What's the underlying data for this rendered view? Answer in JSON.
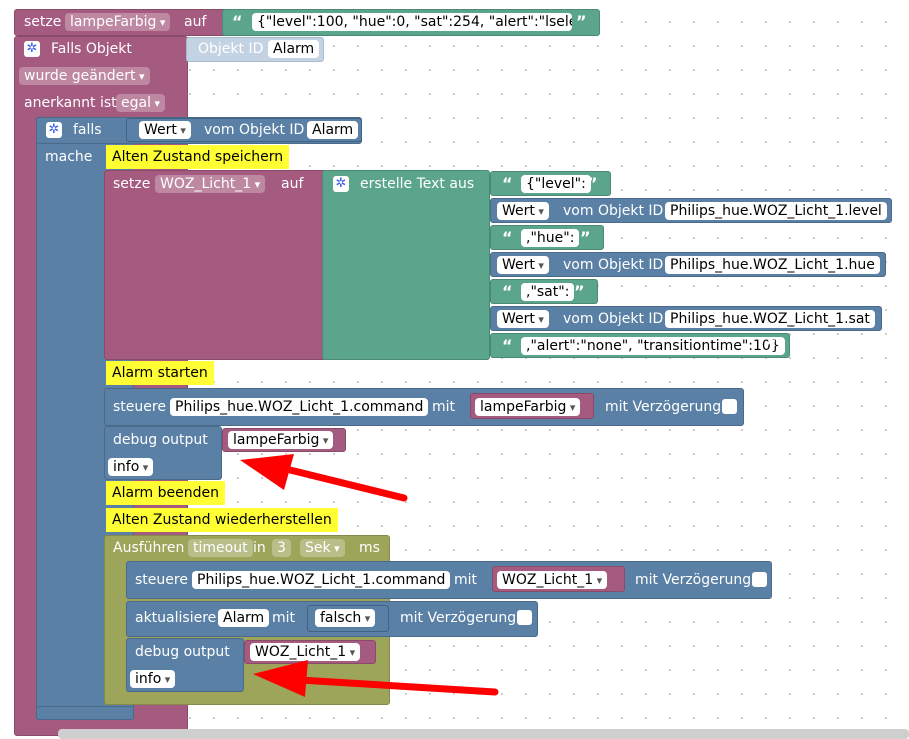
{
  "colors": {
    "variable": "#a55b80",
    "logic": "#5b80a5",
    "text": "#5ba58c",
    "timeout": "#9da55b",
    "comment": "#ffff33",
    "arrow": "#ff0000"
  },
  "icons": {
    "gear": "gear-icon"
  },
  "top": {
    "setze": "setze",
    "var": "lampeFarbig",
    "auf": "auf",
    "value": "{\"level\":100, \"hue\":0, \"sat\":254, \"alert\":\"lsele..."
  },
  "trigger": {
    "falls_objekt": "Falls Objekt",
    "objekt_id": "Objekt ID",
    "objekt": "Alarm",
    "wurde": "wurde geändert",
    "anerkannt": "anerkannt ist",
    "egal": "egal"
  },
  "cond": {
    "falls": "falls",
    "wert": "Wert",
    "vom": "vom Objekt ID",
    "obj": "Alarm",
    "mache": "mache"
  },
  "comments": {
    "c1": "Alten Zustand speichern",
    "c2": "Alarm starten",
    "c3": "Alarm beenden",
    "c4": "Alten Zustand wiederherstellen"
  },
  "set2": {
    "setze": "setze",
    "var": "WOZ_Licht_1",
    "auf": "auf",
    "erstelle": "erstelle Text aus"
  },
  "textparts": {
    "t1": "{\"level\":",
    "wert": "Wert",
    "vom": "vom Objekt ID",
    "o1": "Philips_hue.WOZ_Licht_1.level",
    "t2": ",\"hue\":",
    "o2": "Philips_hue.WOZ_Licht_1.hue",
    "t3": ",\"sat\":",
    "o3": "Philips_hue.WOZ_Licht_1.sat",
    "t4": ",\"alert\":\"none\", \"transitiontime\":10}"
  },
  "control1": {
    "steuere": "steuere",
    "target": "Philips_hue.WOZ_Licht_1.command",
    "mit": "mit",
    "value": "lampeFarbig",
    "verz": "mit Verzögerung"
  },
  "debug1": {
    "label": "debug output",
    "value": "lampeFarbig",
    "level": "info"
  },
  "timeout": {
    "ausf": "Ausführen",
    "name": "timeout",
    "in": "in",
    "num": "3",
    "unit": "Sek",
    "ms": "ms"
  },
  "control2": {
    "steuere": "steuere",
    "target": "Philips_hue.WOZ_Licht_1.command",
    "mit": "mit",
    "value": "WOZ_Licht_1",
    "verz": "mit Verzögerung"
  },
  "update": {
    "label": "aktualisiere",
    "target": "Alarm",
    "mit": "mit",
    "value": "falsch",
    "verz": "mit Verzögerung"
  },
  "debug2": {
    "label": "debug output",
    "value": "WOZ_Licht_1",
    "level": "info"
  }
}
